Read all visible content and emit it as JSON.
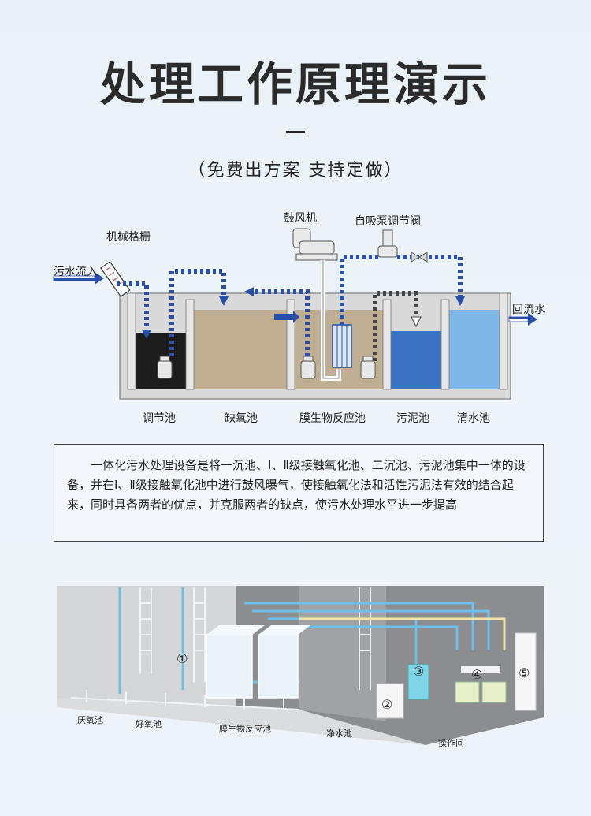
{
  "header": {
    "title": "处理工作原理演示",
    "subtitle": "（免费出方案 支持定做）"
  },
  "flow_diagram": {
    "inflow_label": "污水流入",
    "screen_label": "机械格栅",
    "blower_label": "鼓风机",
    "pump_valve_label": "自吸泵调节阀",
    "return_label": "回流水",
    "tanks": [
      {
        "label": "调节池"
      },
      {
        "label": "缺氧池"
      },
      {
        "label": "膜生物反应池"
      },
      {
        "label": "污泥池"
      },
      {
        "label": "清水池"
      }
    ]
  },
  "description": "一体化污水处理设备是将一沉池、Ⅰ、Ⅱ级接触氧化池、二沉池、污泥池集中一体的设备，并在Ⅰ、Ⅱ级接触氧化池中进行鼓风曝气，使接触氧化法和活性污泥法有效的结合起来，同时具备两者的优点，并克服两者的缺点，使污水处理水平进一步提高",
  "iso_diagram": {
    "labels": {
      "anoxic": "厌氧池",
      "aerobic": "好氧池",
      "mbr": "膜生物反应池",
      "clean": "净水池",
      "control": "操作间"
    },
    "markers": [
      "①",
      "②",
      "③",
      "④",
      "⑤"
    ]
  },
  "colors": {
    "pipe_blue": "#2a4fa8",
    "sludge_blue": "#3d73c4",
    "clear_blue": "#7fb8e8",
    "regulating_dark": "#1c1c1c",
    "anoxic_tan": "#bfae92"
  }
}
